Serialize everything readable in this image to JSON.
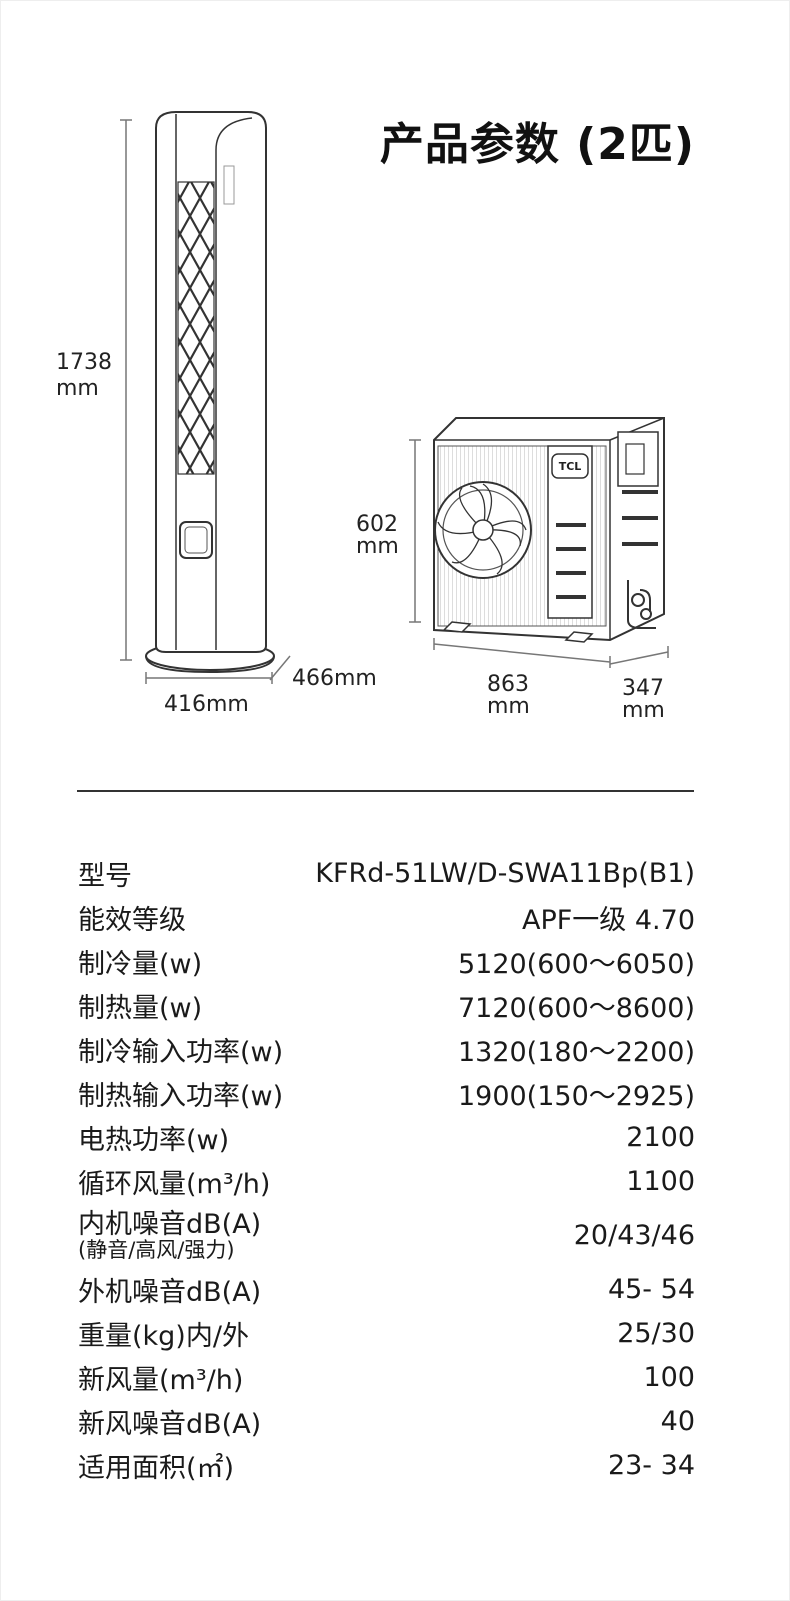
{
  "title": "产品参数 (2匹)",
  "dimensions": {
    "indoor_height_value": "1738",
    "indoor_height_unit": "mm",
    "indoor_width": "416mm",
    "indoor_depth": "466mm",
    "outdoor_height_value": "602",
    "outdoor_height_unit": "mm",
    "outdoor_width_value": "863",
    "outdoor_width_unit": "mm",
    "outdoor_depth_value": "347",
    "outdoor_depth_unit": "mm"
  },
  "brand_badge": "TCL",
  "specs": [
    {
      "label": "型号",
      "value": "KFRd-51LW/D-SWA11Bp(B1)"
    },
    {
      "label": "能效等级",
      "value": "APF一级 4.70"
    },
    {
      "label": "制冷量(w)",
      "value": "5120(600～6050)"
    },
    {
      "label": "制热量(w)",
      "value": "7120(600～8600)"
    },
    {
      "label": "制冷输入功率(w)",
      "value": "1320(180～2200)"
    },
    {
      "label": "制热输入功率(w)",
      "value": "1900(150～2925)"
    },
    {
      "label": "电热功率(w)",
      "value": "2100"
    },
    {
      "label": "循环风量(m³/h)",
      "value": "1100"
    },
    {
      "label": "内机噪音dB(A)",
      "sublabel": "(静音/高风/强力)",
      "value": "20/43/46"
    },
    {
      "label": "外机噪音dB(A)",
      "value": "45- 54"
    },
    {
      "label": "重量(kg)内/外",
      "value": "25/30"
    },
    {
      "label": "新风量(m³/h)",
      "value": "100"
    },
    {
      "label": "新风噪音dB(A)",
      "value": "40"
    },
    {
      "label": "适用面积(㎡)",
      "value": "23- 34"
    }
  ]
}
